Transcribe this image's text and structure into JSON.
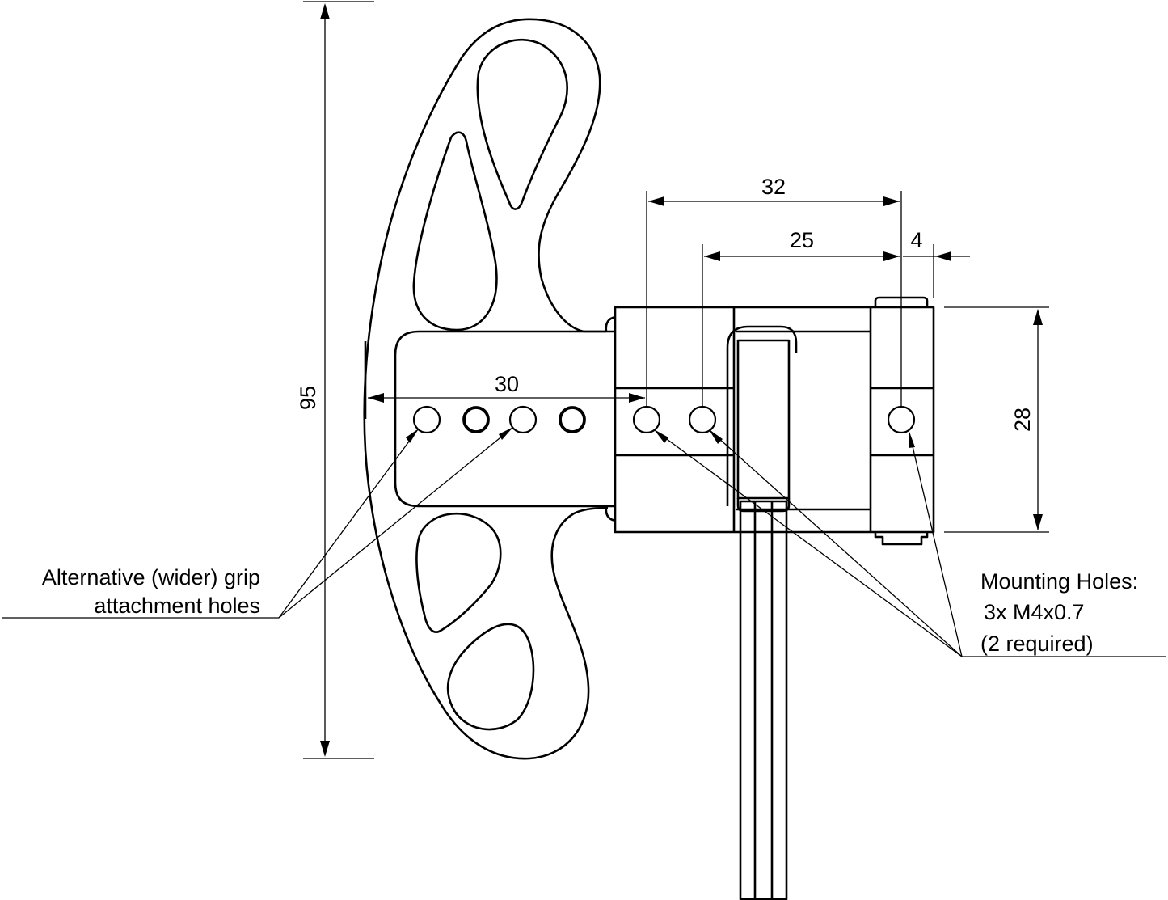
{
  "diagram": {
    "dimensions": {
      "overall_height": "95",
      "hole_span_30": "30",
      "hole_span_32": "32",
      "hole_span_25": "25",
      "edge_offset_4": "4",
      "block_height_28": "28"
    },
    "callouts": {
      "grip_holes": {
        "line1": "Alternative (wider) grip",
        "line2": "attachment holes"
      },
      "mounting_holes": {
        "line1": "Mounting Holes:",
        "line2": "3x M4x0.7",
        "line3": "(2 required)"
      }
    },
    "colors": {
      "line": "#000000",
      "background": "#ffffff"
    }
  }
}
